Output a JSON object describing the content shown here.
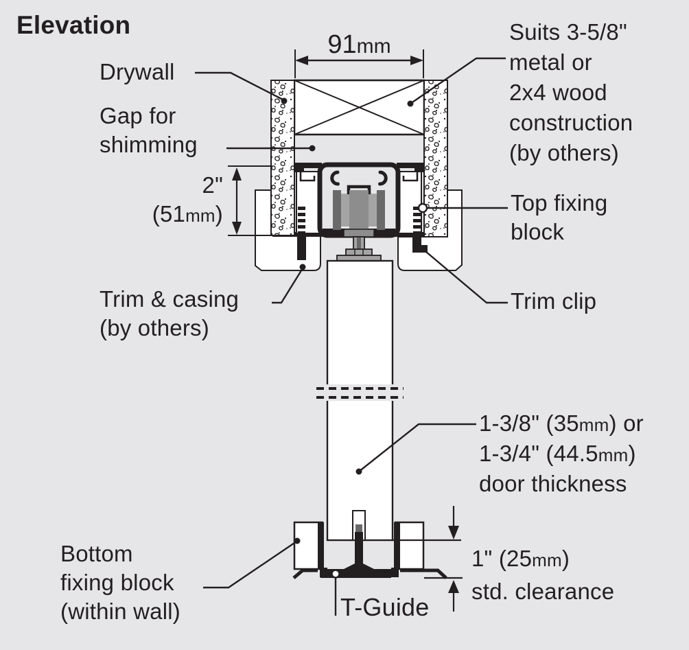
{
  "title": "Elevation",
  "colors": {
    "background": "#e6e6e8",
    "ink": "#231f20",
    "white": "#ffffff",
    "roller_dark": "#6a6a6a",
    "roller_mid": "#8d8d8d",
    "roller_light": "#a4a4a4"
  },
  "labels": {
    "drywall": "Drywall",
    "gap_line1": "Gap for",
    "gap_line2": "shimming",
    "trim_casing_line1": "Trim & casing",
    "trim_casing_line2": "(by others)",
    "suits_line1": "Suits 3-5/8\"",
    "suits_line2": "metal or",
    "suits_line3": "2x4 wood",
    "suits_line4": "construction",
    "suits_line5": "(by others)",
    "top_fixing_line1": "Top fixing",
    "top_fixing_line2": "block",
    "trim_clip": "Trim clip",
    "bottom_fixing_line1": "Bottom",
    "bottom_fixing_line2": "fixing block",
    "bottom_fixing_line3": "(within wall)",
    "t_guide": "T-Guide"
  },
  "dimensions": {
    "width_91": {
      "value": "91",
      "unit": "mm"
    },
    "track_height": {
      "line1": "2\"",
      "line2_pre": "(51",
      "line2_unit": "mm",
      "line2_post": ")"
    },
    "door_thickness": {
      "line1_pre": "1-3/8\" (35",
      "line1_unit": "mm",
      "line1_post": ") or",
      "line2_pre": "1-3/4\" (44.5",
      "line2_unit": "mm",
      "line2_post": ")",
      "line3": "door thickness"
    },
    "clearance": {
      "line1_pre": "1\" (25",
      "line1_unit": "mm",
      "line1_post": ")",
      "line2": "std. clearance"
    }
  }
}
